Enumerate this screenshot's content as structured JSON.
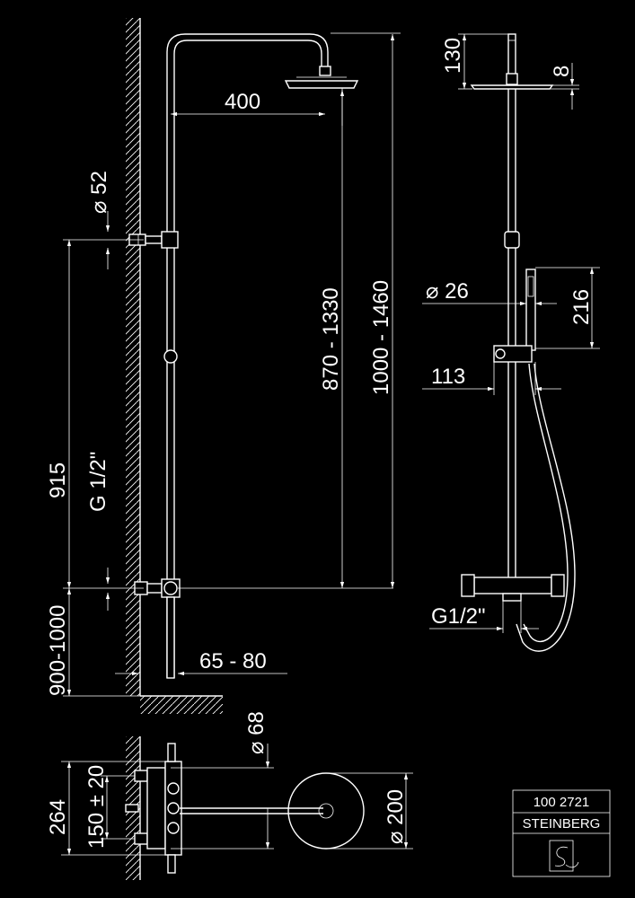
{
  "dimensions": {
    "arm_length": "400",
    "wall_flange_diameter": "⌀ 52",
    "height_range": "870 - 1330",
    "total_height_range": "1000 - 1460",
    "rail_height": "915",
    "inlet_thread_side": "G 1/2\"",
    "mount_height_range": "900-1000",
    "wall_distance": "65 - 80",
    "overhead_height": "130",
    "head_thickness": "8",
    "hand_shower_diameter": "⌀ 26",
    "hand_shower_length": "216",
    "holder_depth": "113",
    "inlet_thread_front": "G1/2\"",
    "escutcheon_diameter": "⌀ 68",
    "head_diameter": "⌀ 200",
    "depth_total": "264",
    "eccentric_spacing": "150 ± 20"
  },
  "title_block": {
    "article_number": "100 2721",
    "brand": "STEINBERG"
  }
}
